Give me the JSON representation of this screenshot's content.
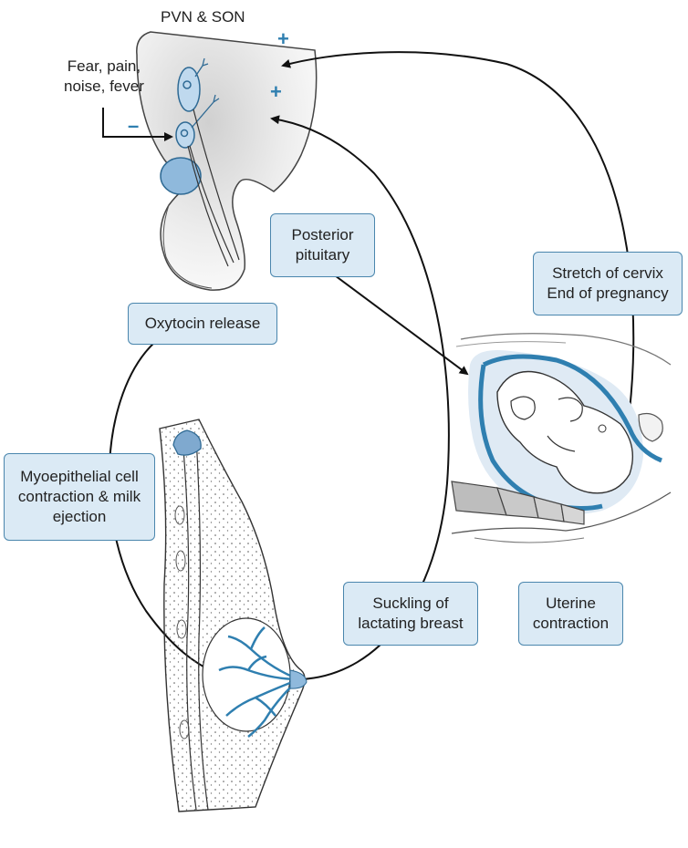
{
  "labels": {
    "pvn_son": "PVN & SON",
    "inhibitors": [
      "Fear, pain,",
      "noise, fever"
    ],
    "posterior_pituitary": [
      "Posterior",
      "pituitary"
    ],
    "oxytocin_release": "Oxytocin release",
    "stretch": [
      "Stretch of cervix",
      "End of pregnancy"
    ],
    "myoepithelial": [
      "Myoepithelial cell",
      "contraction & milk",
      "ejection"
    ],
    "suckling": [
      "Suckling of",
      "lactating breast"
    ],
    "uterine": [
      "Uterine",
      "contraction"
    ]
  },
  "signs": {
    "plus_1": "+",
    "plus_2": "+",
    "minus": "–"
  },
  "colors": {
    "box_fill": "#dbeaf5",
    "box_border": "#4a86ad",
    "accent_blue": "#2f7fb0",
    "arrow": "#111111"
  }
}
